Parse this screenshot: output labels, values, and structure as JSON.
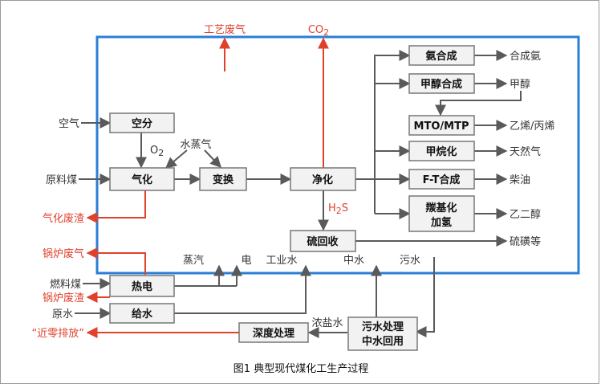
{
  "colors": {
    "boundary": "#2a7fd4",
    "arrow_gray": "#5a5a5a",
    "arrow_red": "#e0412b",
    "box_border": "#777777",
    "box_fill": "#f2f2f2"
  },
  "processes": {
    "kongfen": "空分",
    "qihua": "气化",
    "bianhuan": "变换",
    "jinghua": "净化",
    "liuhuishou": "硫回收",
    "andian": "氨合成",
    "jiachun": "甲醇合成",
    "mto": "MTO/MTP",
    "jiawan": "甲烷化",
    "ft": "F-T合成",
    "tangji1": "羰基化",
    "tangji2": "加氢",
    "redian": "热电",
    "geishui": "给水",
    "shendu": "深度处理",
    "wushui1": "污水处理",
    "wushui2": "中水回用"
  },
  "inputs": {
    "air": "空气",
    "coal": "原料煤",
    "fuel_coal": "燃料煤",
    "raw_water": "原水"
  },
  "outputs": {
    "ammonia": "合成氨",
    "methanol": "甲醇",
    "olefins": "乙烯/丙烯",
    "natural_gas": "天然气",
    "diesel": "柴油",
    "glycol": "乙二醇",
    "sulfur": "硫磺等"
  },
  "labels": {
    "gongyi_feiqi": "工艺废气",
    "co2_main": "CO",
    "co2_sub": "2",
    "o2_main": "O",
    "o2_sub": "2",
    "steam_in": "水蒸气",
    "h2s_h": "H",
    "h2s_sub": "2",
    "h2s_s": "S",
    "qihua_feizha": "气化废渣",
    "guolu_feiqi": "锅炉废气",
    "guolu_feizha": "锅炉废渣",
    "jin_ling": "“近零排放”",
    "zhengqi": "蒸汽",
    "dian": "电",
    "gongye_shui": "工业水",
    "zhong_shui": "中水",
    "wu_shui": "污水",
    "nong_yan_shui": "浓盐水"
  },
  "caption": "图1  典型现代煤化工生产过程"
}
